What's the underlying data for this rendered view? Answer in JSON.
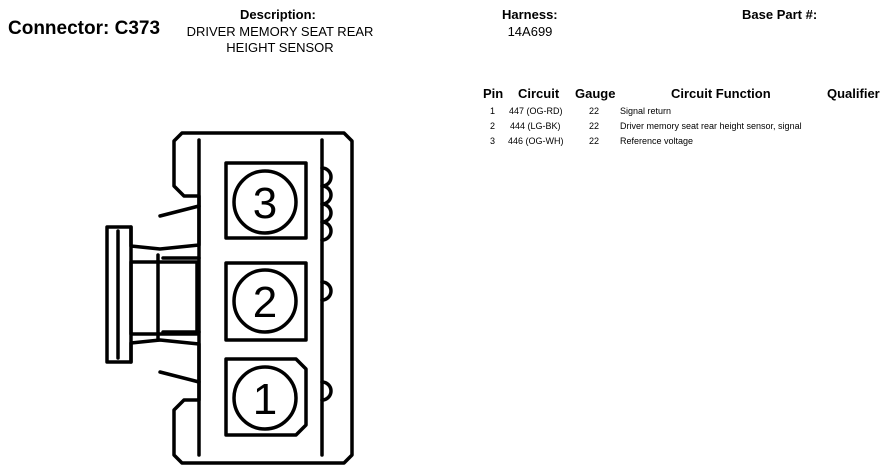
{
  "connector": {
    "label": "Connector:",
    "id": "C373"
  },
  "description": {
    "label": "Description:",
    "value_line1": "DRIVER MEMORY SEAT REAR",
    "value_line2": "HEIGHT SENSOR"
  },
  "harness": {
    "label": "Harness:",
    "value": "14A699"
  },
  "base_part": {
    "label": "Base Part #:",
    "value": ""
  },
  "pin_table": {
    "headers": {
      "pin": "Pin",
      "circuit": "Circuit",
      "gauge": "Gauge",
      "function": "Circuit Function",
      "qualifier": "Qualifier"
    },
    "rows": [
      {
        "pin": "1",
        "circuit": "447 (OG-RD)",
        "gauge": "22",
        "function": "Signal return",
        "qualifier": ""
      },
      {
        "pin": "2",
        "circuit": "444 (LG-BK)",
        "gauge": "22",
        "function": "Driver memory seat rear height sensor, signal",
        "qualifier": ""
      },
      {
        "pin": "3",
        "circuit": "446 (OG-WH)",
        "gauge": "22",
        "function": "Reference voltage",
        "qualifier": ""
      }
    ]
  },
  "drawing": {
    "pin_labels": [
      "3",
      "2",
      "1"
    ],
    "stroke_color": "#000000"
  }
}
